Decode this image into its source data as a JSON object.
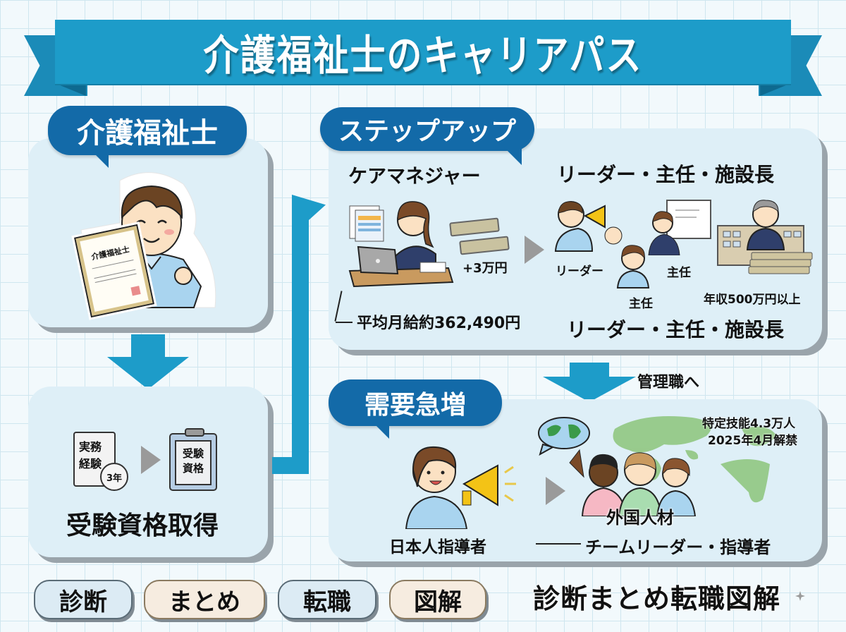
{
  "title": "介護福祉士のキャリアパス",
  "colors": {
    "ribbon": "#1d9cc9",
    "bubble": "#136aa8",
    "panel": "#deeff7",
    "arrow": "#1d9cc9",
    "grid_bg": "#f2f9fc"
  },
  "section_kaigo": {
    "bubble": "介護福祉士",
    "certificate_text": "介護福祉士",
    "illustration": "smiling-caregiver-holding-certificate"
  },
  "section_exam": {
    "doc_icon_text": [
      "実務",
      "経験"
    ],
    "doc_badge": "3年",
    "clipboard_text": [
      "受験",
      "資格"
    ],
    "label": "受験資格取得"
  },
  "section_stepup": {
    "bubble": "ステップアップ",
    "care_manager": {
      "title": "ケアマネジャー",
      "bonus": "+3万円",
      "salary": "平均月給約362,490円"
    },
    "leader": {
      "title": "リーダー・主任・施設長",
      "role_leader": "リーダー",
      "role_chief_1": "主任",
      "role_chief_2": "主任",
      "income": "年収500万円以上",
      "subtitle": "リーダー・主任・施設長"
    }
  },
  "management_arrow_label": "管理職へ",
  "section_demand": {
    "bubble": "需要急増",
    "japanese_lead": "日本人指導者",
    "foreign_label": "外国人材",
    "stats_line1": "特定技能4.3万人",
    "stats_line2": "2025年4月解禁",
    "team_label": "チームリーダー・指導者"
  },
  "footer": {
    "tags": [
      "診断",
      "まとめ",
      "転職",
      "図解"
    ],
    "title": "診断まとめ転職図解"
  }
}
